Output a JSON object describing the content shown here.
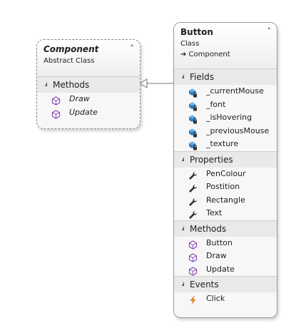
{
  "component": {
    "name": "Component",
    "kind": "Abstract Class",
    "methods_title": "Methods",
    "methods": [
      {
        "label": "Draw",
        "icon": "method-icon"
      },
      {
        "label": "Update",
        "icon": "method-icon"
      }
    ]
  },
  "button": {
    "name": "Button",
    "kind": "Class",
    "inherits": "➔ Component",
    "fields_title": "Fields",
    "fields": [
      {
        "label": "_currentMouse",
        "icon": "private-field-icon"
      },
      {
        "label": "_font",
        "icon": "private-field-icon"
      },
      {
        "label": "_isHovering",
        "icon": "private-field-icon"
      },
      {
        "label": "_previousMouse",
        "icon": "private-field-icon"
      },
      {
        "label": "_texture",
        "icon": "private-field-icon"
      }
    ],
    "properties_title": "Properties",
    "properties": [
      {
        "label": "PenColour",
        "icon": "wrench-icon"
      },
      {
        "label": "Postition",
        "icon": "wrench-icon"
      },
      {
        "label": "Rectangle",
        "icon": "wrench-icon"
      },
      {
        "label": "Text",
        "icon": "wrench-icon"
      }
    ],
    "methods_title": "Methods",
    "methods": [
      {
        "label": "Button",
        "icon": "method-icon"
      },
      {
        "label": "Draw",
        "icon": "method-icon"
      },
      {
        "label": "Update",
        "icon": "method-icon"
      }
    ],
    "events_title": "Events",
    "events": [
      {
        "label": "Click",
        "icon": "lightning-icon"
      }
    ]
  },
  "colors": {
    "method_purple": "#8a4ab5",
    "field_blue": "#2f7fc1",
    "event_orange": "#e0801a",
    "wrench_dark": "#333333"
  }
}
